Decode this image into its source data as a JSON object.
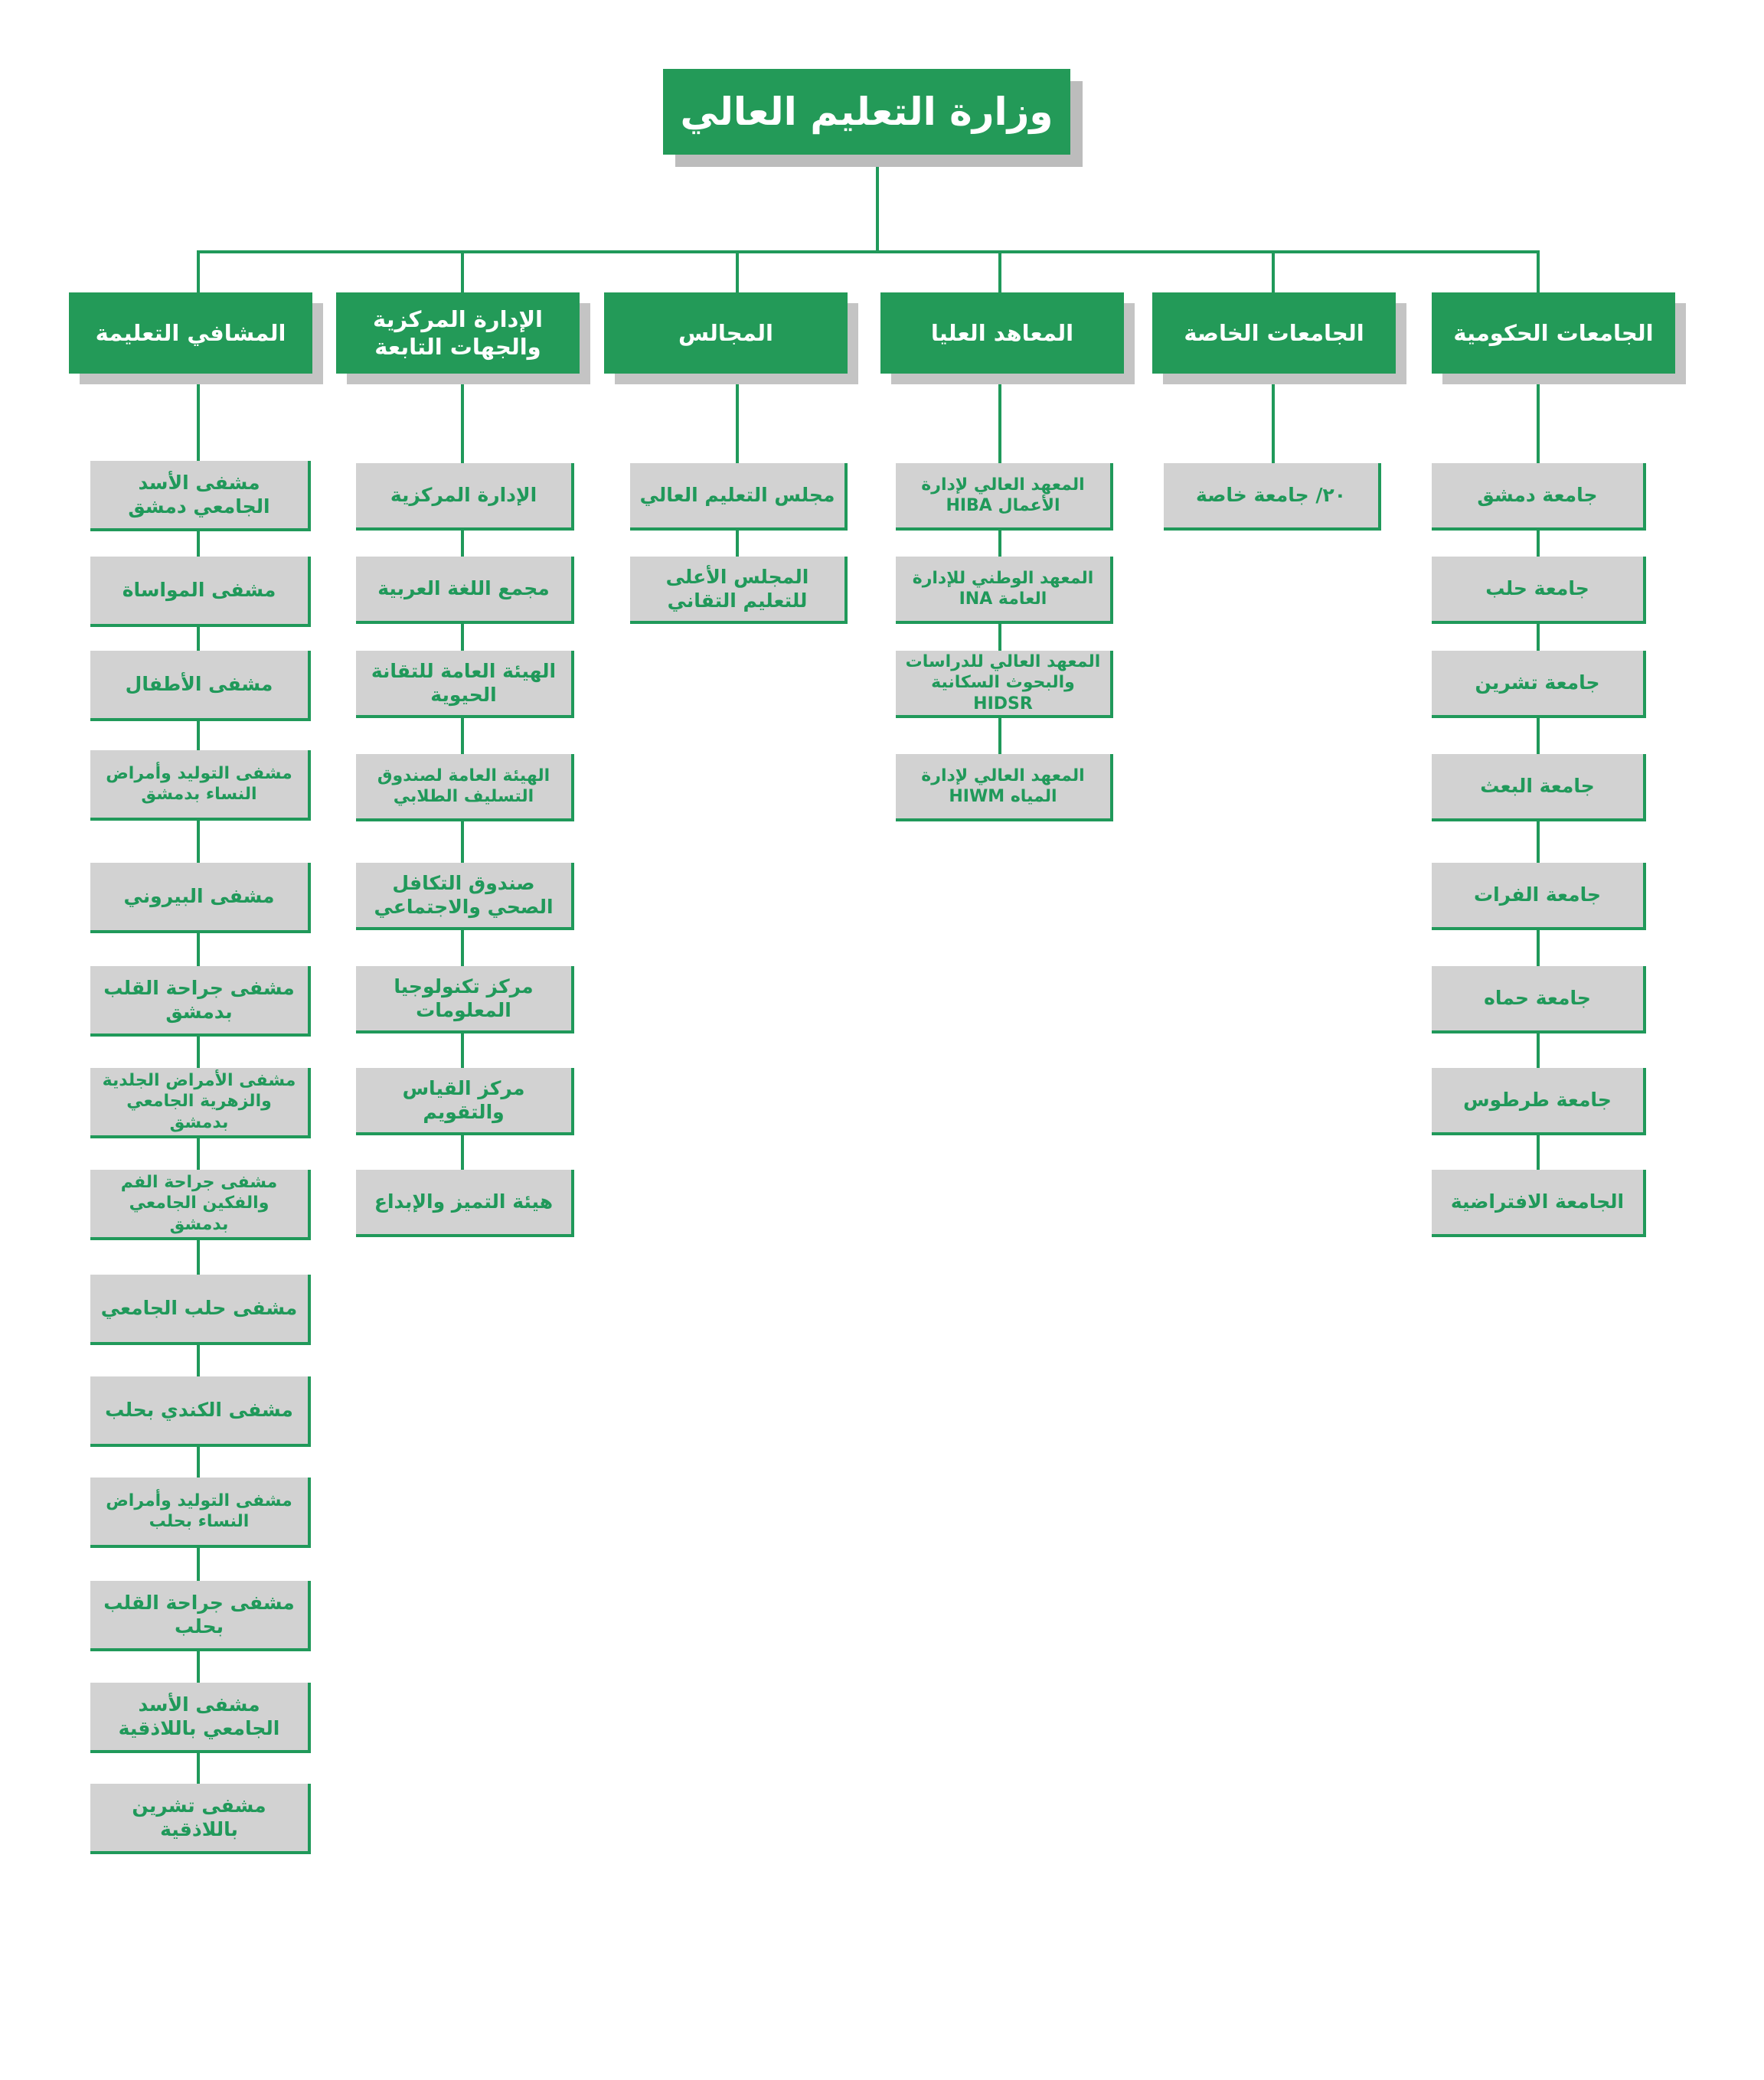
{
  "root": {
    "label": "وزارة التعليم العالي"
  },
  "colors": {
    "green": "#239a58",
    "item_bg": "#d2d2d2",
    "shadow": "#bcbcbc",
    "item_text": "#20995a"
  },
  "columns": [
    {
      "label": "الجامعات الحكومية",
      "items": [
        "جامعة دمشق",
        "جامعة حلب",
        "جامعة تشرين",
        "جامعة البعث",
        "جامعة الفرات",
        "جامعة حماه",
        "جامعة طرطوس",
        "الجامعة الافتراضية"
      ]
    },
    {
      "label": "الجامعات الخاصة",
      "items": [
        "٢٠/ جامعة خاصة"
      ]
    },
    {
      "label": "المعاهد العليا",
      "items": [
        "المعهد العالي لإدارة الأعمال HIBA",
        "المعهد الوطني للإدارة العامة INA",
        "المعهد العالي للدراسات والبحوث السكانية HIDSR",
        "المعهد العالي لإدارة المياه HIWM"
      ]
    },
    {
      "label": "المجالس",
      "items": [
        "مجلس التعليم العالي",
        "المجلس الأعلى للتعليم التقاني"
      ]
    },
    {
      "label": "الإدارة المركزية والجهات التابعة",
      "items": [
        "الإدارة المركزية",
        "مجمع اللغة العربية",
        "الهيئة العامة للتقانة الحيوية",
        "الهيئة العامة لصندوق التسليف الطلابي",
        "صندوق التكافل الصحي والاجتماعي",
        "مركز تكنولوجيا المعلومات",
        "مركز القياس والتقويم",
        "هيئة التميز والإبداع"
      ]
    },
    {
      "label": "المشافي التعليمة",
      "items": [
        "مشفى الأسد الجامعي دمشق",
        "مشفى المواساة",
        "مشفى الأطفال",
        "مشفى التوليد وأمراض النساء بدمشق",
        "مشفى البيروني",
        "مشفى جراحة القلب بدمشق",
        "مشفى الأمراض الجلدية والزهرية الجامعي بدمشق",
        "مشفى جراحة الفم والفكين الجامعي بدمشق",
        "مشفى حلب الجامعي",
        "مشفى الكندي بحلب",
        "مشفى التوليد وأمراض النساء بحلب",
        "مشفى جراحة القلب بحلب",
        "مشفى الأسد الجامعي باللاذقية",
        "مشفى تشرين باللاذقية"
      ]
    }
  ]
}
